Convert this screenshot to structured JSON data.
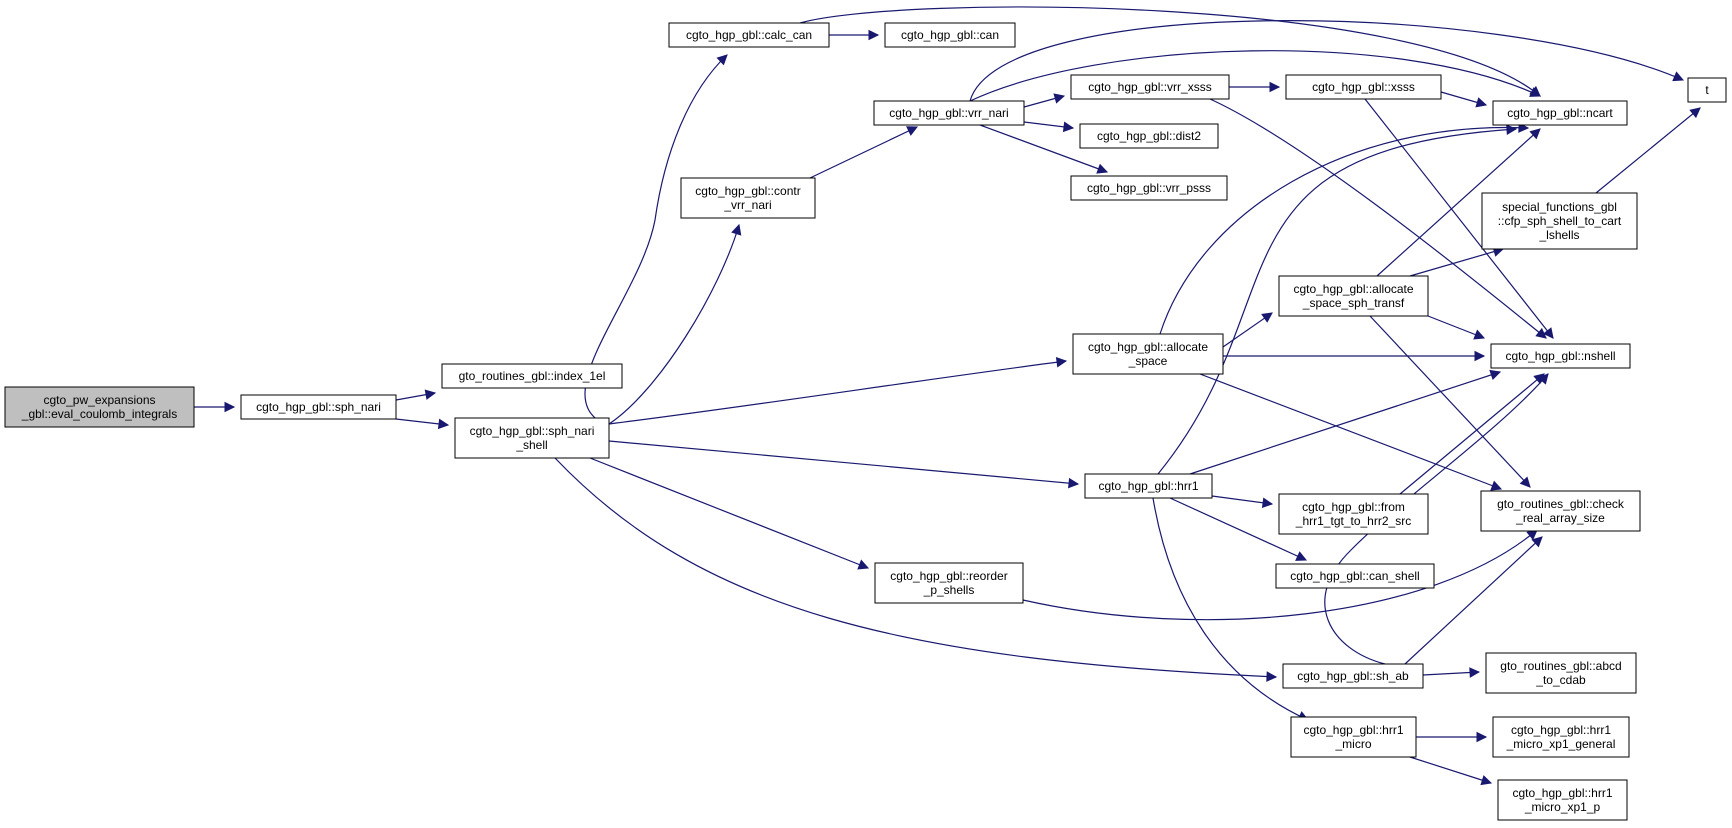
{
  "graph": {
    "colors": {
      "node_fill": "#ffffff",
      "root_fill": "#bfbfbf",
      "edge": "#191970",
      "border": "#000000"
    },
    "nodes": [
      {
        "id": "root",
        "lines": [
          "cgto_pw_expansions",
          "_gbl::eval_coulomb_integrals"
        ],
        "root": true
      },
      {
        "id": "sph_nari",
        "lines": [
          "cgto_hgp_gbl::sph_nari"
        ]
      },
      {
        "id": "index_1el",
        "lines": [
          "gto_routines_gbl::index_1el"
        ]
      },
      {
        "id": "sph_nari_shell",
        "lines": [
          "cgto_hgp_gbl::sph_nari",
          "_shell"
        ]
      },
      {
        "id": "calc_can",
        "lines": [
          "cgto_hgp_gbl::calc_can"
        ]
      },
      {
        "id": "can",
        "lines": [
          "cgto_hgp_gbl::can"
        ]
      },
      {
        "id": "contr_vrr_nari",
        "lines": [
          "cgto_hgp_gbl::contr",
          "_vrr_nari"
        ]
      },
      {
        "id": "vrr_nari",
        "lines": [
          "cgto_hgp_gbl::vrr_nari"
        ]
      },
      {
        "id": "vrr_xsss",
        "lines": [
          "cgto_hgp_gbl::vrr_xsss"
        ]
      },
      {
        "id": "dist2",
        "lines": [
          "cgto_hgp_gbl::dist2"
        ]
      },
      {
        "id": "vrr_psss",
        "lines": [
          "cgto_hgp_gbl::vrr_psss"
        ]
      },
      {
        "id": "xsss",
        "lines": [
          "cgto_hgp_gbl::xsss"
        ]
      },
      {
        "id": "t",
        "lines": [
          "t"
        ]
      },
      {
        "id": "ncart",
        "lines": [
          "cgto_hgp_gbl::ncart"
        ]
      },
      {
        "id": "cfp",
        "lines": [
          "special_functions_gbl",
          "::cfp_sph_shell_to_cart",
          "_lshells"
        ]
      },
      {
        "id": "alloc_sph",
        "lines": [
          "cgto_hgp_gbl::allocate",
          "_space_sph_transf"
        ]
      },
      {
        "id": "alloc",
        "lines": [
          "cgto_hgp_gbl::allocate",
          "_space"
        ]
      },
      {
        "id": "nshell",
        "lines": [
          "cgto_hgp_gbl::nshell"
        ]
      },
      {
        "id": "hrr1",
        "lines": [
          "cgto_hgp_gbl::hrr1"
        ]
      },
      {
        "id": "from_hrr1",
        "lines": [
          "cgto_hgp_gbl::from",
          "_hrr1_tgt_to_hrr2_src"
        ]
      },
      {
        "id": "check_real",
        "lines": [
          "gto_routines_gbl::check",
          "_real_array_size"
        ]
      },
      {
        "id": "can_shell",
        "lines": [
          "cgto_hgp_gbl::can_shell"
        ]
      },
      {
        "id": "reorder",
        "lines": [
          "cgto_hgp_gbl::reorder",
          "_p_shells"
        ]
      },
      {
        "id": "sh_ab",
        "lines": [
          "cgto_hgp_gbl::sh_ab"
        ]
      },
      {
        "id": "abcd",
        "lines": [
          "gto_routines_gbl::abcd",
          "_to_cdab"
        ]
      },
      {
        "id": "hrr1_micro",
        "lines": [
          "cgto_hgp_gbl::hrr1",
          "_micro"
        ]
      },
      {
        "id": "micro_general",
        "lines": [
          "cgto_hgp_gbl::hrr1",
          "_micro_xp1_general"
        ]
      },
      {
        "id": "micro_p",
        "lines": [
          "cgto_hgp_gbl::hrr1",
          "_micro_xp1_p"
        ]
      }
    ],
    "edges": [
      {
        "from": "root",
        "to": "sph_nari"
      },
      {
        "from": "sph_nari",
        "to": "index_1el"
      },
      {
        "from": "sph_nari",
        "to": "sph_nari_shell"
      },
      {
        "from": "sph_nari_shell",
        "to": "calc_can"
      },
      {
        "from": "sph_nari_shell",
        "to": "contr_vrr_nari"
      },
      {
        "from": "sph_nari_shell",
        "to": "alloc"
      },
      {
        "from": "sph_nari_shell",
        "to": "hrr1"
      },
      {
        "from": "sph_nari_shell",
        "to": "reorder"
      },
      {
        "from": "sph_nari_shell",
        "to": "sh_ab"
      },
      {
        "from": "calc_can",
        "to": "can"
      },
      {
        "from": "calc_can",
        "to": "ncart"
      },
      {
        "from": "contr_vrr_nari",
        "to": "vrr_nari"
      },
      {
        "from": "vrr_nari",
        "to": "vrr_xsss"
      },
      {
        "from": "vrr_nari",
        "to": "dist2"
      },
      {
        "from": "vrr_nari",
        "to": "vrr_psss"
      },
      {
        "from": "vrr_nari",
        "to": "t"
      },
      {
        "from": "vrr_nari",
        "to": "ncart"
      },
      {
        "from": "vrr_xsss",
        "to": "xsss"
      },
      {
        "from": "vrr_xsss",
        "to": "nshell"
      },
      {
        "from": "xsss",
        "to": "ncart"
      },
      {
        "from": "xsss",
        "to": "nshell"
      },
      {
        "from": "alloc",
        "to": "ncart"
      },
      {
        "from": "alloc",
        "to": "alloc_sph"
      },
      {
        "from": "alloc",
        "to": "nshell"
      },
      {
        "from": "alloc",
        "to": "check_real"
      },
      {
        "from": "alloc_sph",
        "to": "ncart"
      },
      {
        "from": "alloc_sph",
        "to": "cfp"
      },
      {
        "from": "alloc_sph",
        "to": "nshell"
      },
      {
        "from": "alloc_sph",
        "to": "check_real"
      },
      {
        "from": "cfp",
        "to": "t"
      },
      {
        "from": "hrr1",
        "to": "ncart"
      },
      {
        "from": "hrr1",
        "to": "nshell"
      },
      {
        "from": "hrr1",
        "to": "from_hrr1"
      },
      {
        "from": "hrr1",
        "to": "can_shell"
      },
      {
        "from": "hrr1",
        "to": "hrr1_micro"
      },
      {
        "from": "from_hrr1",
        "to": "nshell"
      },
      {
        "from": "reorder",
        "to": "check_real"
      },
      {
        "from": "sh_ab",
        "to": "nshell"
      },
      {
        "from": "sh_ab",
        "to": "check_real"
      },
      {
        "from": "sh_ab",
        "to": "abcd"
      },
      {
        "from": "hrr1_micro",
        "to": "micro_general"
      },
      {
        "from": "hrr1_micro",
        "to": "micro_p"
      }
    ]
  }
}
